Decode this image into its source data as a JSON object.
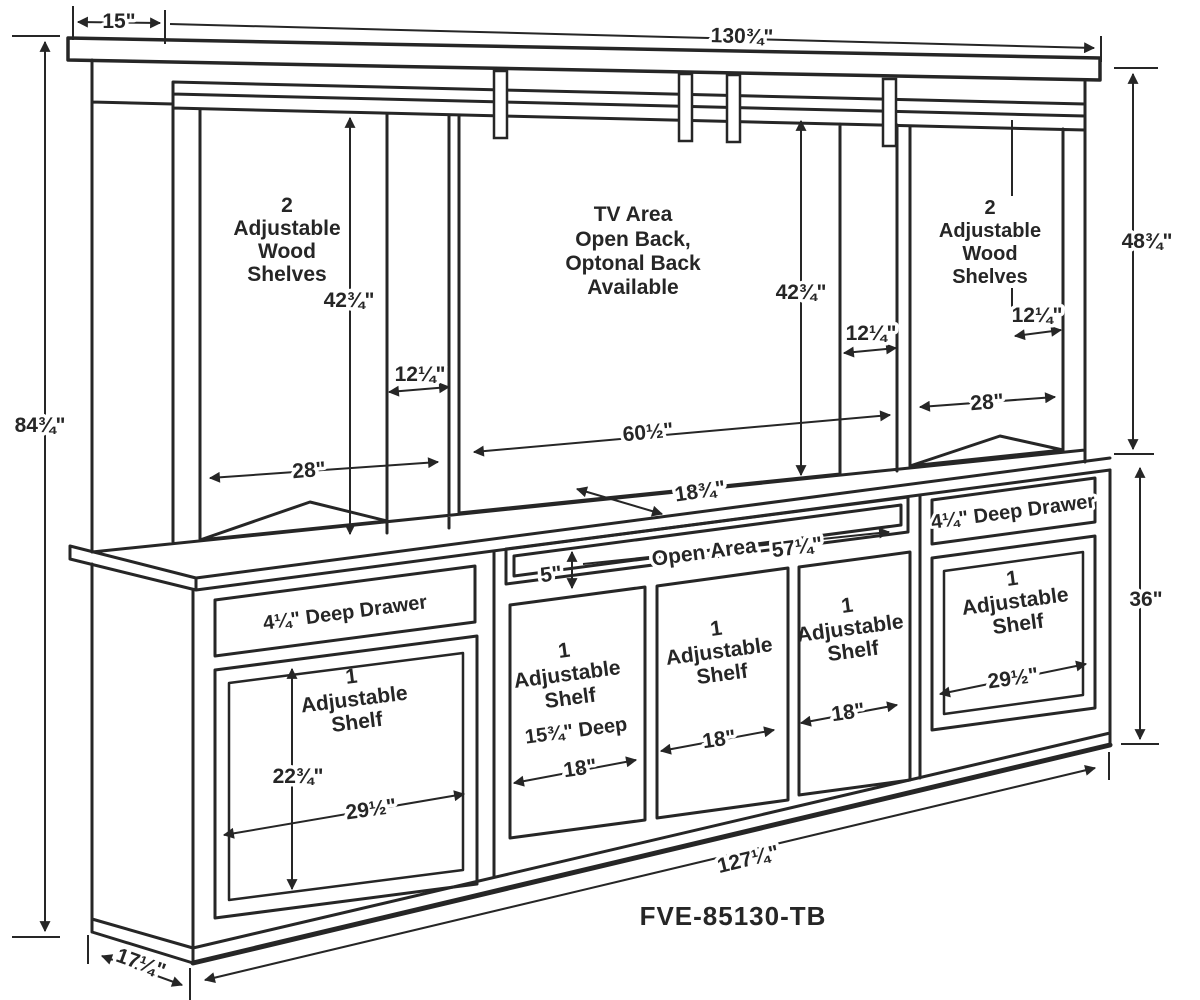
{
  "model_number": "FVE-85130-TB",
  "overall": {
    "height": "84¾\"",
    "top_width": "130¾\"",
    "crown_overhang": "15\"",
    "base_width": "127¼\"",
    "base_depth": "17¼\""
  },
  "hutch": {
    "height": "48¾\"",
    "left_bay": {
      "label": [
        "2",
        "Adjustable",
        "Wood",
        "Shelves"
      ],
      "height": "42¾\"",
      "width": "28\"",
      "divider_depth": "12¼\""
    },
    "tv_bay": {
      "label": [
        "TV Area",
        "Open Back,",
        "Optonal Back",
        "Available"
      ],
      "height": "42¾\"",
      "width": "60½\"",
      "deck_depth": "18¾\""
    },
    "right_bay": {
      "label": [
        "2",
        "Adjustable",
        "Wood",
        "Shelves"
      ],
      "width": "28\"",
      "divider_depth": "12¼\"",
      "shelf_depth": "12¼\""
    }
  },
  "base": {
    "height": "36\"",
    "open_area": {
      "label": "Open Area",
      "width": "57¼\"",
      "height": "5\""
    },
    "left_cabinet": {
      "drawer_label": "4¼\" Deep Drawer",
      "label": [
        "1",
        "Adjustable",
        "Shelf"
      ],
      "opening_height": "22¾\"",
      "opening_width": "29½\""
    },
    "center_cabinet_1": {
      "label": [
        "1",
        "Adjustable",
        "Shelf"
      ],
      "depth": "15¾\" Deep",
      "width": "18\""
    },
    "center_cabinet_2": {
      "label": [
        "1",
        "Adjustable",
        "Shelf"
      ],
      "width": "18\""
    },
    "center_cabinet_3": {
      "label": [
        "1",
        "Adjustable",
        "Shelf"
      ],
      "width": "18\""
    },
    "right_cabinet": {
      "drawer_label": "4¼\" Deep Drawer",
      "label": [
        "1",
        "Adjustable",
        "Shelf"
      ],
      "opening_width": "29½\""
    }
  }
}
